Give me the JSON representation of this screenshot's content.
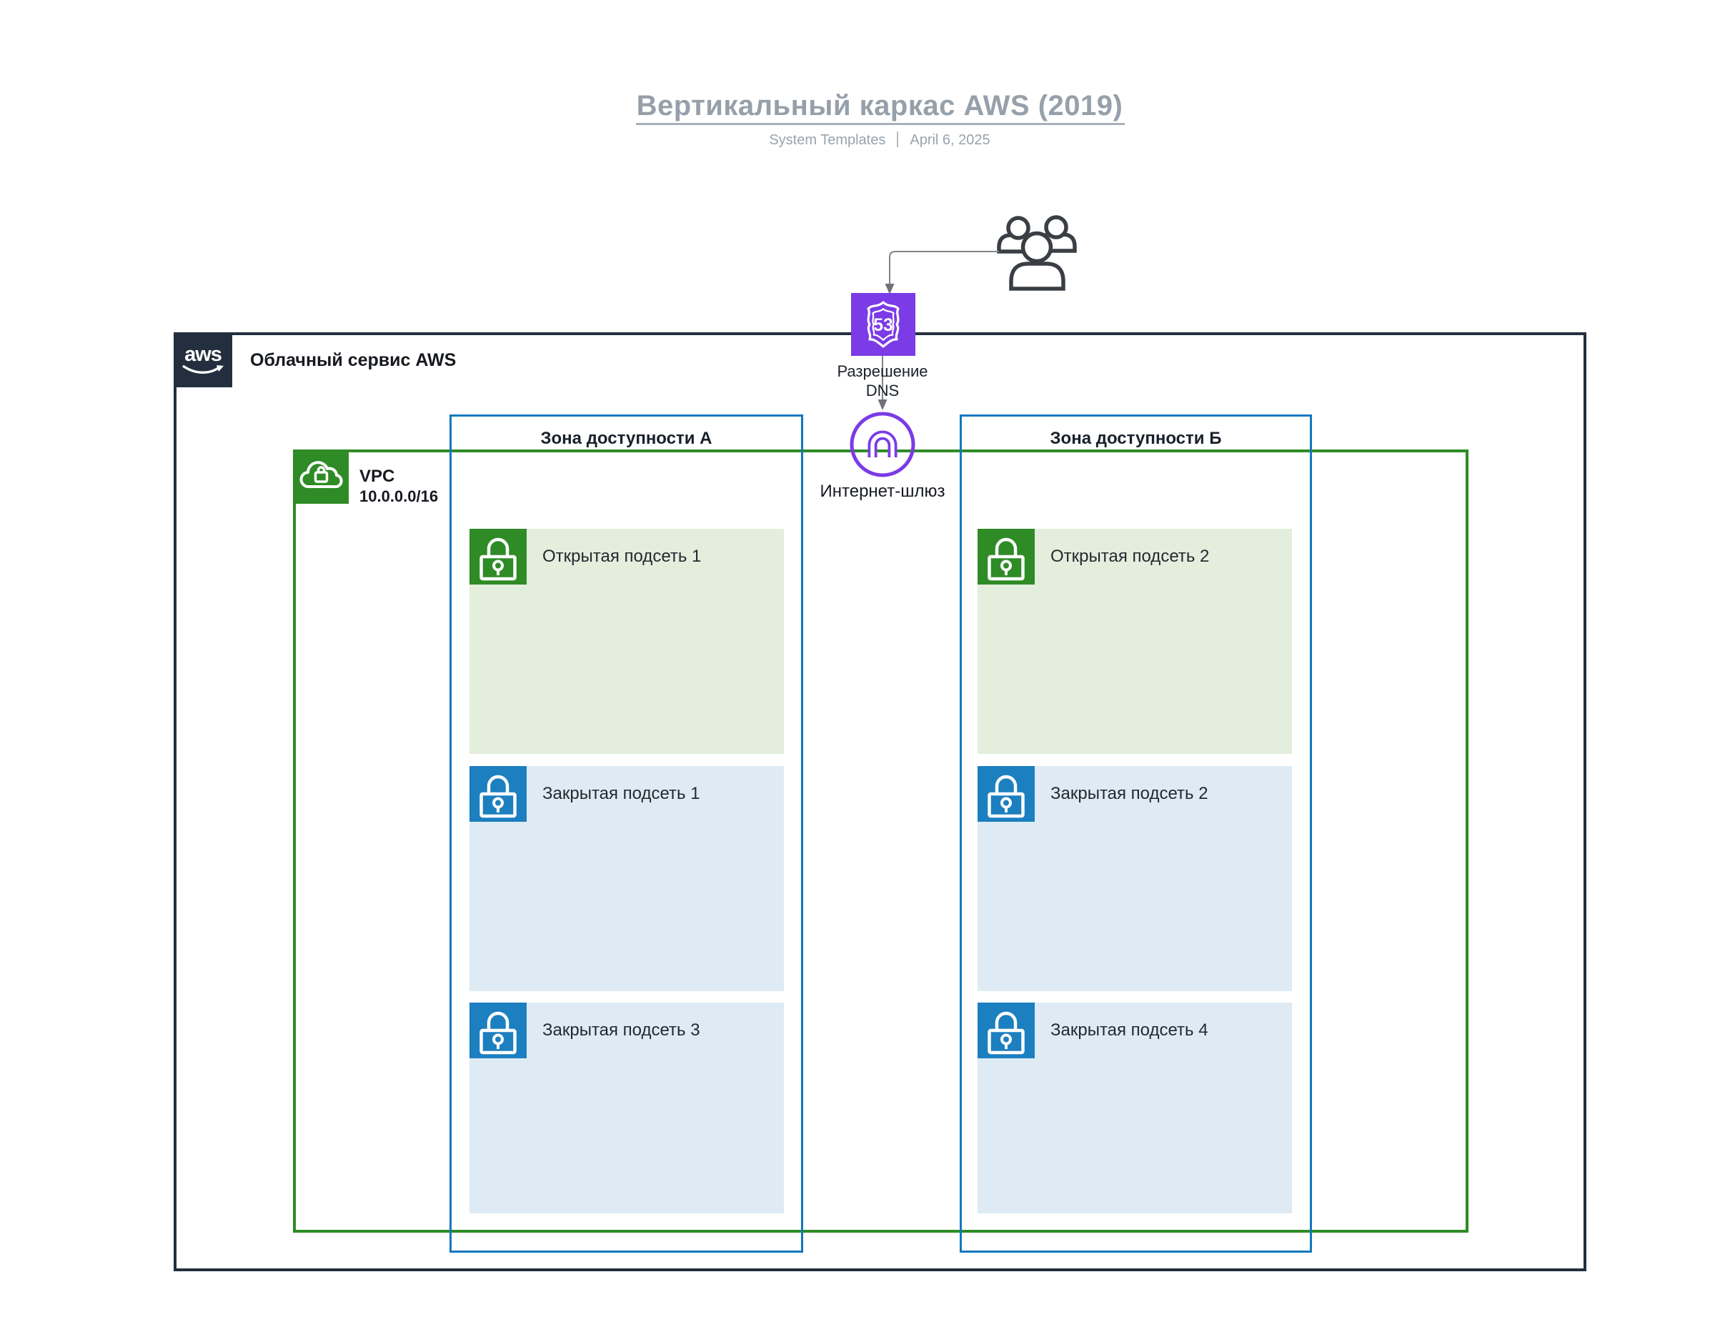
{
  "page": {
    "title": "Вертикальный каркас AWS (2019)",
    "subtitle_source": "System Templates",
    "subtitle_date": "April 6, 2025"
  },
  "cloud": {
    "logo_text": "aws",
    "label": "Облачный сервис AWS"
  },
  "users": {
    "icon": "users-icon"
  },
  "route53": {
    "icon": "route53-shield-icon",
    "shield_number": "53",
    "label_line1": "Разрешение",
    "label_line2": "DNS"
  },
  "internet_gateway": {
    "icon": "internet-gateway-icon",
    "label": "Интернет-шлюз"
  },
  "vpc": {
    "icon": "vpc-cloud-lock-icon",
    "name": "VPC",
    "cidr": "10.0.0.0/16"
  },
  "zones": [
    {
      "label": "Зона доступности А",
      "subnets": [
        {
          "type": "public",
          "icon": "open-lock-icon",
          "label": "Открытая подсеть 1"
        },
        {
          "type": "private",
          "icon": "closed-lock-icon",
          "label": "Закрытая подсеть 1"
        },
        {
          "type": "private",
          "icon": "closed-lock-icon",
          "label": "Закрытая подсеть 3"
        }
      ]
    },
    {
      "label": "Зона доступности Б",
      "subnets": [
        {
          "type": "public",
          "icon": "open-lock-icon",
          "label": "Открытая подсеть 2"
        },
        {
          "type": "private",
          "icon": "closed-lock-icon",
          "label": "Закрытая подсеть 2"
        },
        {
          "type": "private",
          "icon": "closed-lock-icon",
          "label": "Закрытая подсеть 4"
        }
      ]
    }
  ],
  "colors": {
    "aws_dark": "#232F3E",
    "vpc_green": "#2E8B25",
    "subnet_public_fill": "#E3EEDD",
    "subnet_private_fill": "#DEEBF4",
    "zone_blue": "#1278BE",
    "private_icon_blue": "#1C7FC0",
    "route53_purple": "#7B3BE6",
    "title_gray": "#96A0AA"
  }
}
